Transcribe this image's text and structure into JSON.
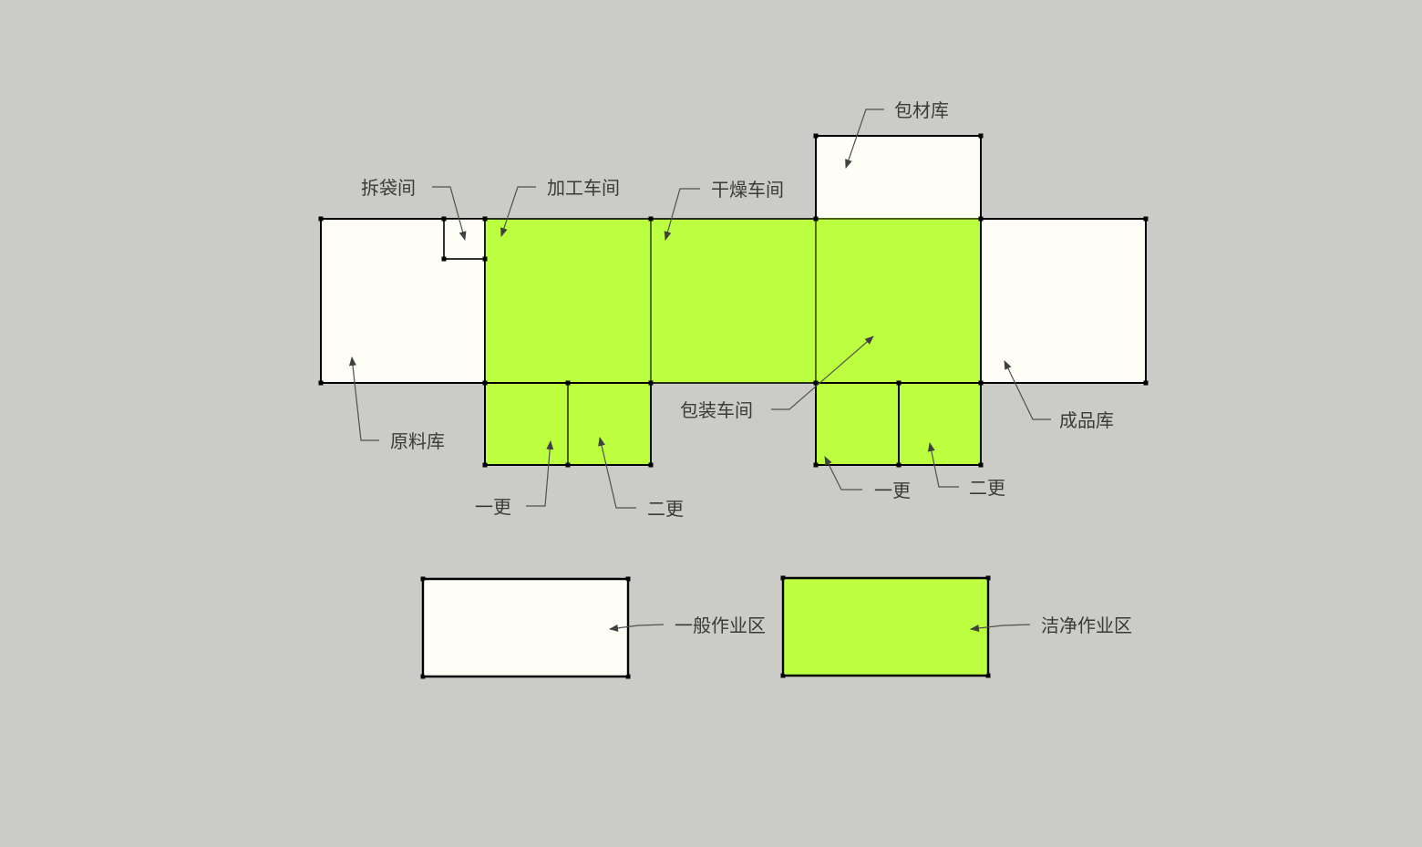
{
  "colors": {
    "background": "#cbcbc7",
    "general_zone": "#fefef6",
    "clean_zone": "#bbff40",
    "outline": "#000000",
    "inner_clean_edge": "#5a7a10"
  },
  "rooms": [
    {
      "id": "raw-material-store",
      "label": "原料库",
      "zone": "general"
    },
    {
      "id": "unbagging-room",
      "label": "拆袋间",
      "zone": "general"
    },
    {
      "id": "processing-workshop",
      "label": "加工车间",
      "zone": "clean"
    },
    {
      "id": "drying-workshop",
      "label": "干燥车间",
      "zone": "clean"
    },
    {
      "id": "packaging-material-store",
      "label": "包材库",
      "zone": "general"
    },
    {
      "id": "packaging-workshop",
      "label": "包装车间",
      "zone": "clean"
    },
    {
      "id": "finished-goods-store",
      "label": "成品库",
      "zone": "general"
    },
    {
      "id": "changing-room-1-left",
      "label": "一更",
      "zone": "clean"
    },
    {
      "id": "changing-room-2-left",
      "label": "二更",
      "zone": "clean"
    },
    {
      "id": "changing-room-1-right",
      "label": "一更",
      "zone": "clean"
    },
    {
      "id": "changing-room-2-right",
      "label": "二更",
      "zone": "clean"
    }
  ],
  "legend": [
    {
      "id": "general-zone",
      "label": "一般作业区",
      "zone": "general"
    },
    {
      "id": "clean-zone",
      "label": "洁净作业区",
      "zone": "clean"
    }
  ]
}
